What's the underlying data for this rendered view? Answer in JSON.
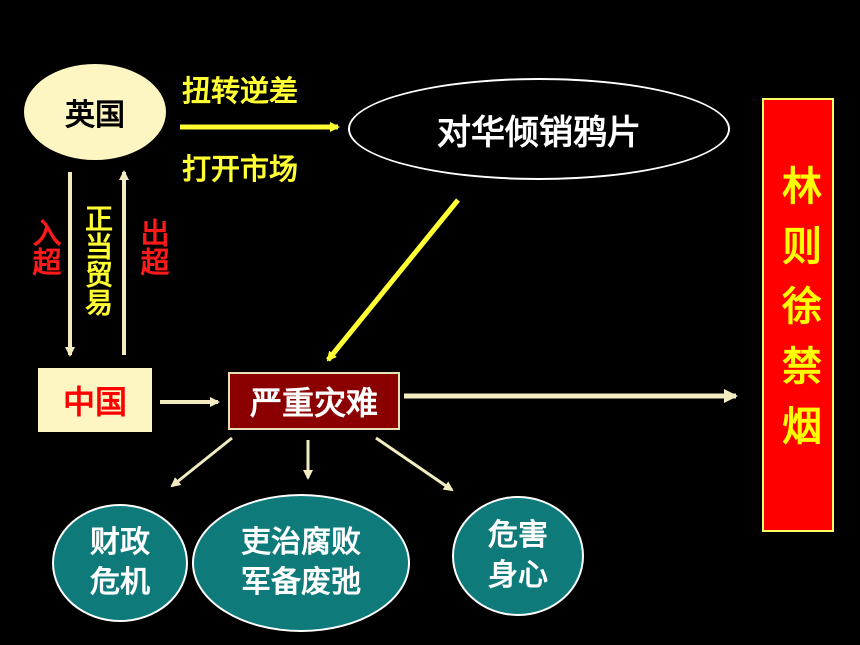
{
  "nodes": {
    "britain": "英国",
    "opium_trade": "对华倾销鸦片",
    "china": "中国",
    "disaster": "严重灾难",
    "lin_zexu": "林则徐禁烟"
  },
  "labels": {
    "reverse_deficit": "扭转逆差",
    "open_market": "打开市场",
    "import_surplus": "入超",
    "legit_trade": "正当贸易",
    "export_surplus": "出超"
  },
  "consequences": [
    {
      "line1": "财政",
      "line2": "危机"
    },
    {
      "line1": "吏治腐败",
      "line2": "军备废弛"
    },
    {
      "line1": "危害",
      "line2": "身心"
    }
  ],
  "colors": {
    "background": "#000000",
    "cream": "#fdf6c3",
    "yellow": "#ffff33",
    "red": "#ff0000",
    "teal": "#0e7a7a",
    "dark_red": "#8b0000"
  }
}
